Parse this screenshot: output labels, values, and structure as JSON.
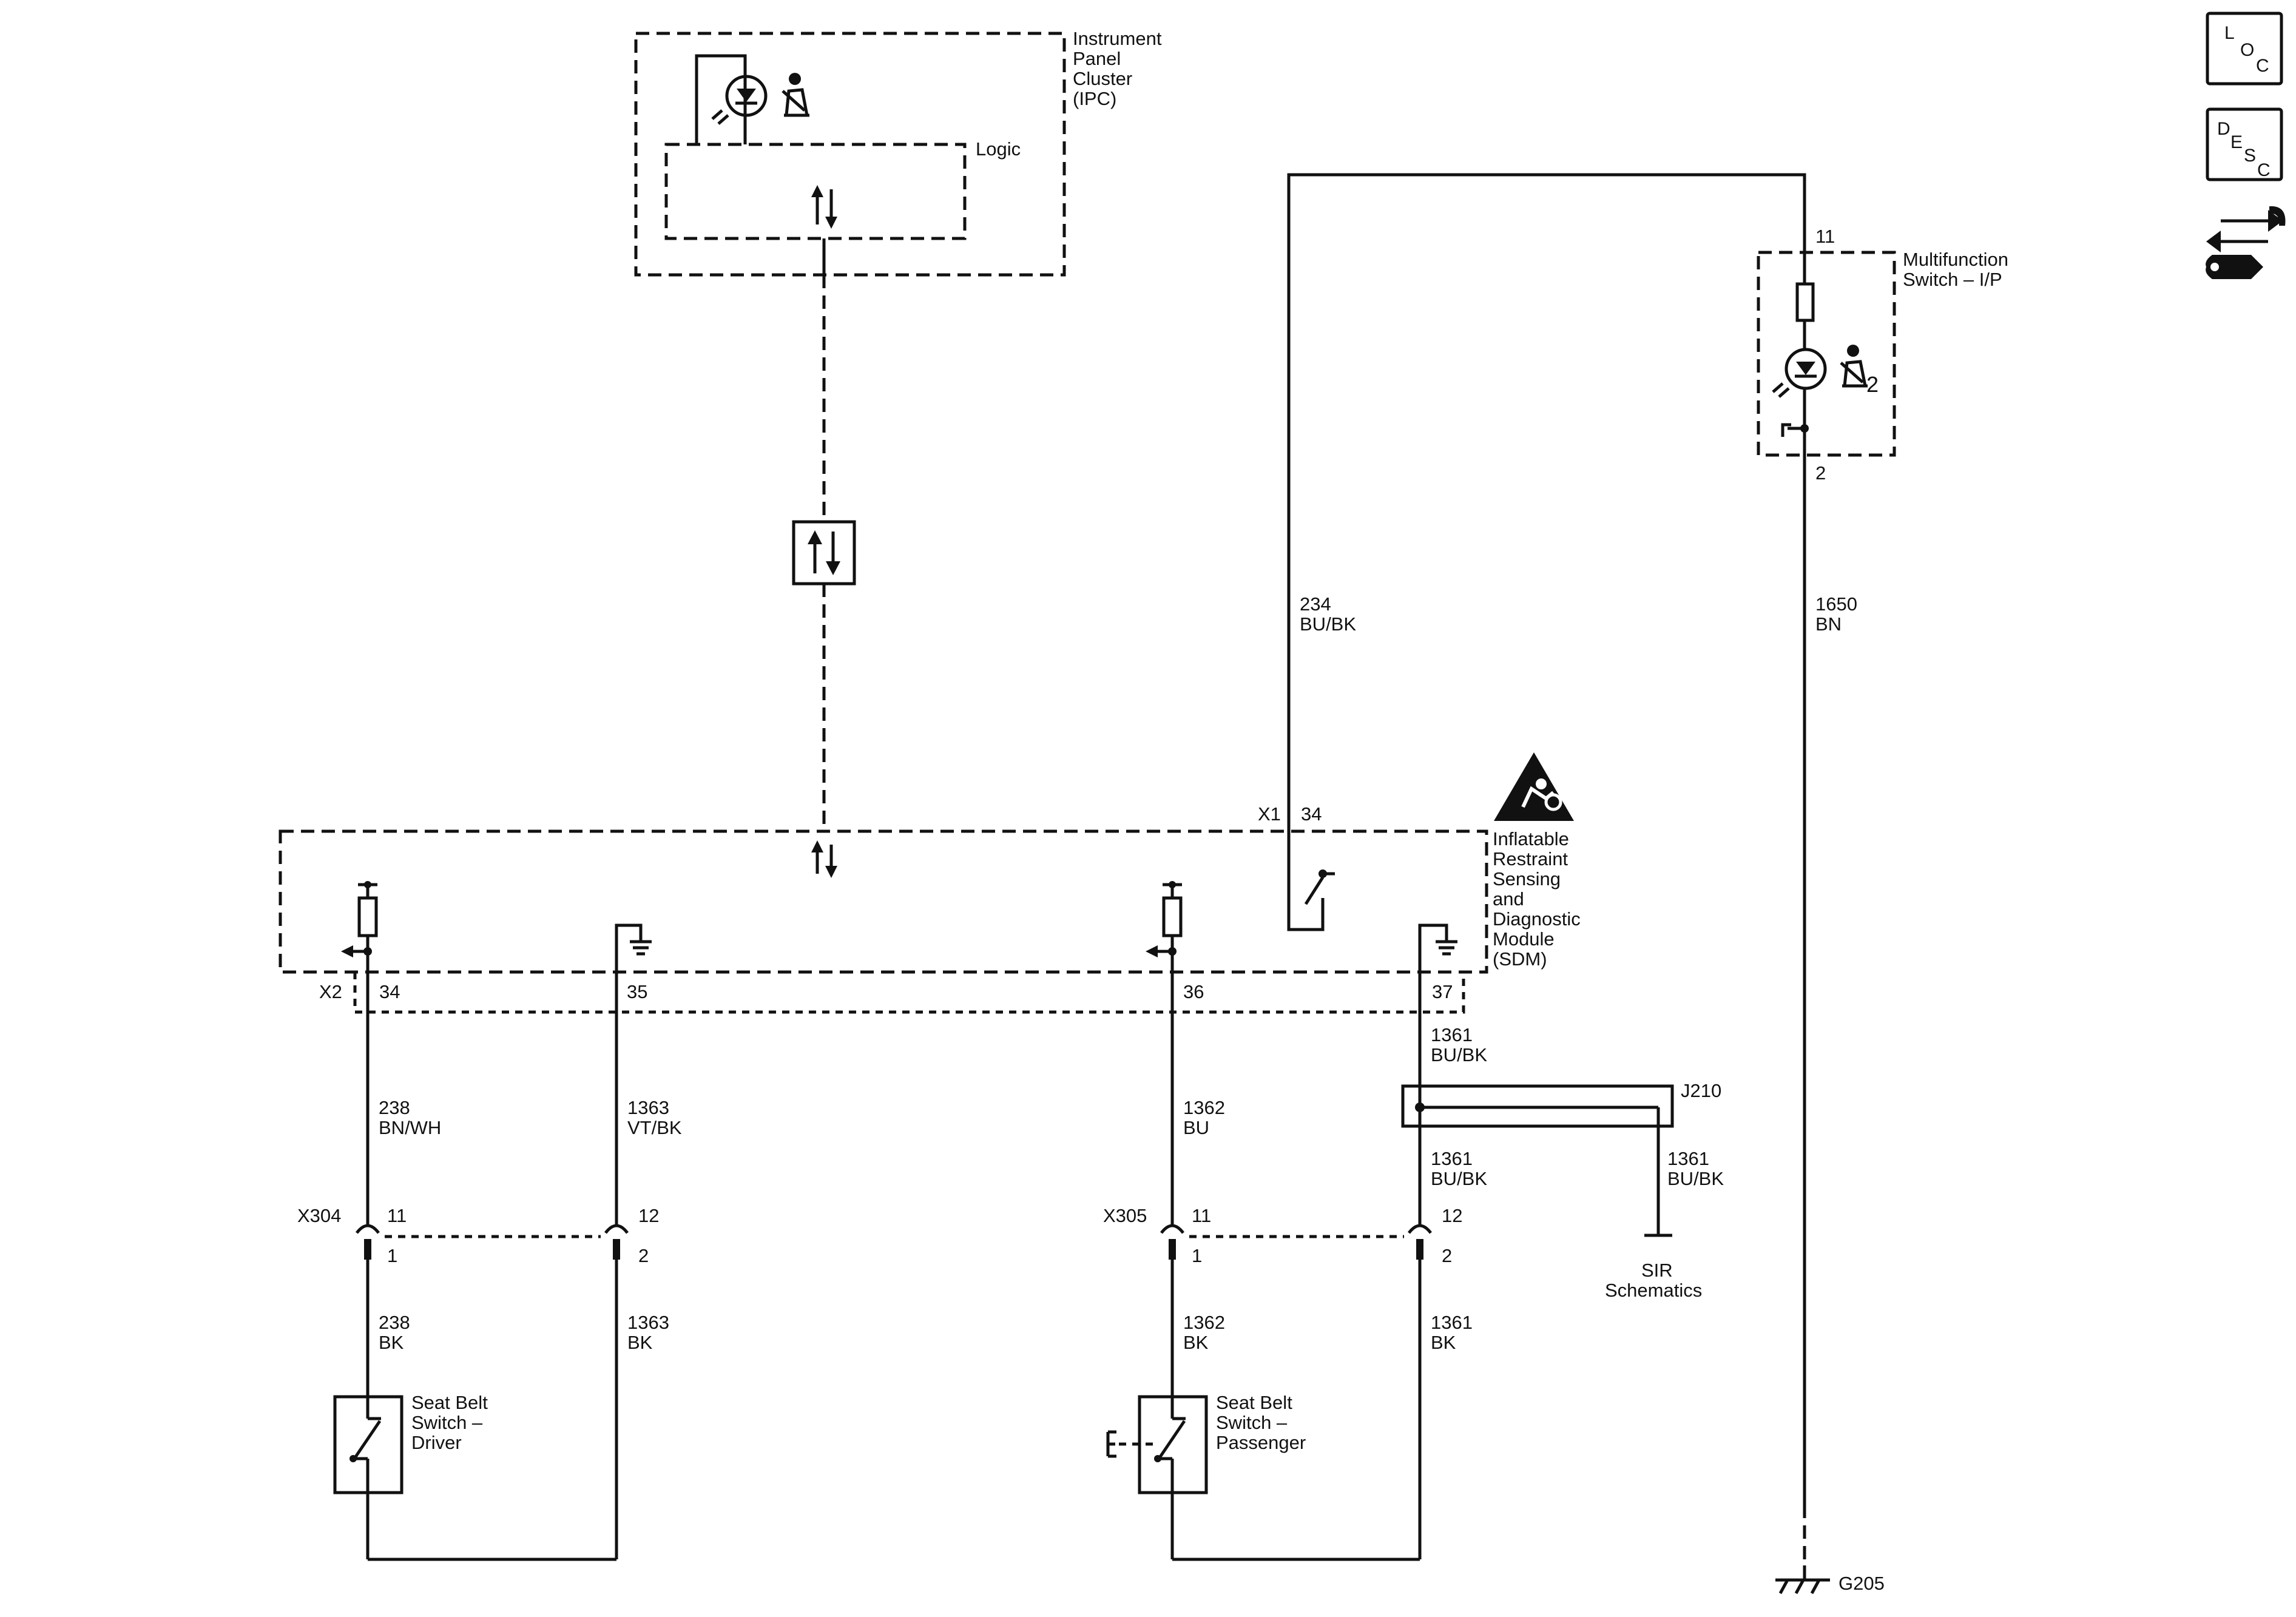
{
  "ipc": {
    "name_lines": [
      "Instrument",
      "Panel",
      "Cluster",
      "(IPC)"
    ],
    "logic_label": "Logic"
  },
  "sdm": {
    "name_lines": [
      "Inflatable",
      "Restraint",
      "Sensing",
      "and",
      "Diagnostic",
      "Module",
      "(SDM)"
    ],
    "x1_connector": "X1",
    "x1_pin": "34",
    "x2_connector": "X2",
    "x2_pins": [
      "34",
      "35",
      "36",
      "37"
    ]
  },
  "mfs": {
    "name_lines": [
      "Multifunction",
      "Switch – I/P"
    ],
    "pin_top": "11",
    "pin_bottom": "2",
    "indicator_num": "2"
  },
  "wires": [
    {
      "circuit": "234",
      "color": "BU/BK"
    },
    {
      "circuit": "1650",
      "color": "BN"
    },
    {
      "circuit": "238",
      "color": "BN/WH"
    },
    {
      "circuit": "1363",
      "color": "VT/BK"
    },
    {
      "circuit": "1362",
      "color": "BU"
    },
    {
      "circuit": "1361",
      "color": "BU/BK"
    },
    {
      "circuit": "1361",
      "color": "BU/BK"
    },
    {
      "circuit": "1361",
      "color": "BU/BK"
    },
    {
      "circuit": "238",
      "color": "BK"
    },
    {
      "circuit": "1363",
      "color": "BK"
    },
    {
      "circuit": "1362",
      "color": "BK"
    },
    {
      "circuit": "1361",
      "color": "BK"
    }
  ],
  "connectors": [
    {
      "name": "X304",
      "pin_a_top": "11",
      "pin_b_top": "12",
      "pin_a_bottom": "1",
      "pin_b_bottom": "2"
    },
    {
      "name": "X305",
      "pin_a_top": "11",
      "pin_b_top": "12",
      "pin_a_bottom": "1",
      "pin_b_bottom": "2"
    }
  ],
  "splice": {
    "name": "J210"
  },
  "sir": {
    "lines": [
      "SIR",
      "Schematics"
    ]
  },
  "switches": {
    "driver": [
      "Seat Belt",
      "Switch –",
      "Driver"
    ],
    "passenger": [
      "Seat Belt",
      "Switch –",
      "Passenger"
    ]
  },
  "ground": {
    "name": "G205"
  },
  "nav": {
    "loc": [
      "L",
      "O",
      "C"
    ],
    "desc": [
      "D",
      "E",
      "S",
      "C"
    ],
    "connector_icon": "connector-repair-icon"
  }
}
